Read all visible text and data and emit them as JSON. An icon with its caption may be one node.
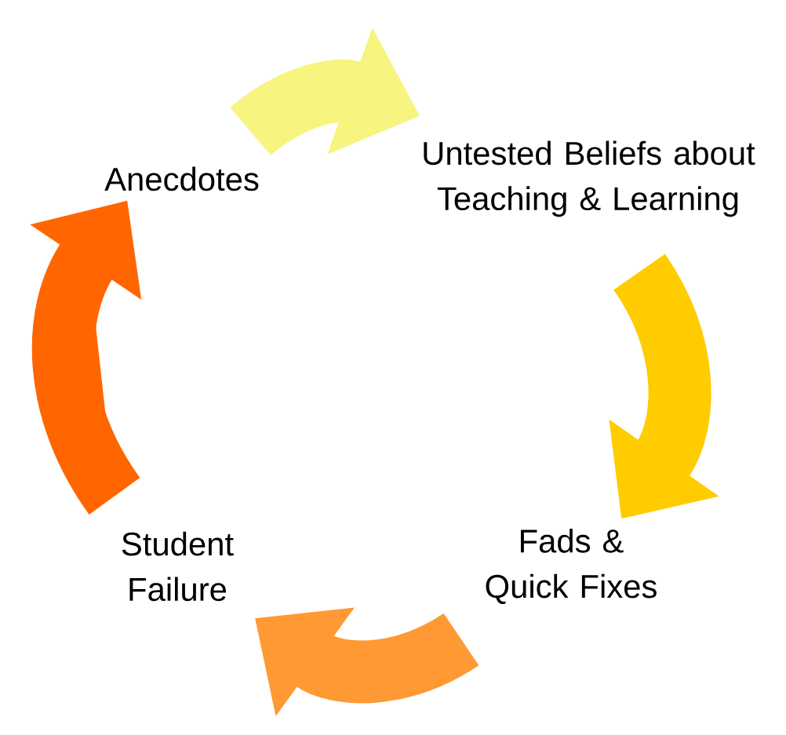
{
  "diagram": {
    "nodes": [
      {
        "text": [
          "Anecdotes"
        ]
      },
      {
        "text": [
          "Untested Beliefs about Teaching & Learning"
        ]
      },
      {
        "text": [
          "Fads & Quick Fixes"
        ]
      },
      {
        "text": [
          "Student Failure"
        ]
      }
    ],
    "edges": [
      {
        "from": 0,
        "to": 1,
        "arrow": "to",
        "color": "#f7f47f"
      },
      {
        "from": 1,
        "to": 2,
        "arrow": "to",
        "color": "#ffcc00"
      },
      {
        "from": 2,
        "to": 3,
        "arrow": "to",
        "color": "#ff9933"
      },
      {
        "from": 3,
        "to": 0,
        "arrow": "to",
        "color": "#ff6600"
      }
    ]
  }
}
